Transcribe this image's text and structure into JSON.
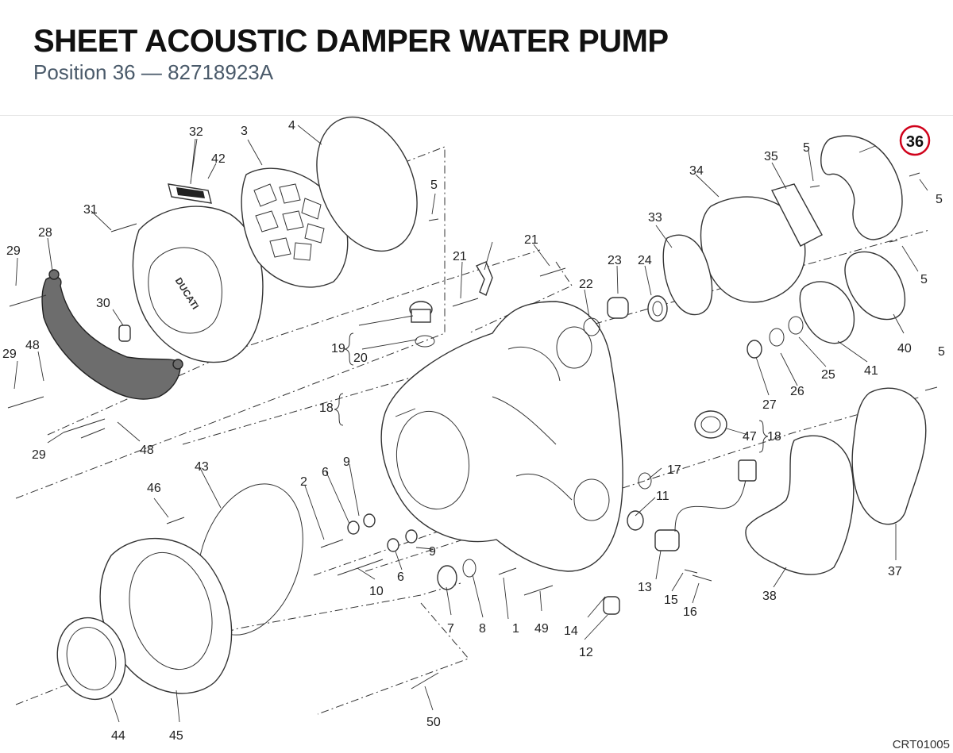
{
  "header": {
    "title": "SHEET ACOUSTIC DAMPER WATER PUMP",
    "subtitle": "Position 36 — 82718923A"
  },
  "highlight": {
    "position": "36",
    "color": "#d0021b"
  },
  "brand_mark": "DUCATI",
  "callouts": {
    "c1": "1",
    "c2": "2",
    "c3": "3",
    "c4": "4",
    "c5a": "5",
    "c5b": "5",
    "c5c": "5",
    "c5d": "5",
    "c5e": "5",
    "c6a": "6",
    "c6b": "6",
    "c7": "7",
    "c8": "8",
    "c9a": "9",
    "c9b": "9",
    "c10": "10",
    "c11": "11",
    "c12": "12",
    "c13": "13",
    "c14": "14",
    "c15": "15",
    "c16": "16",
    "c17": "17",
    "c18a": "18",
    "c18b": "18",
    "c19": "19",
    "c20": "20",
    "c21a": "21",
    "c21b": "21",
    "c22": "22",
    "c23": "23",
    "c24": "24",
    "c25": "25",
    "c26": "26",
    "c27": "27",
    "c28": "28",
    "c29a": "29",
    "c29b": "29",
    "c29c": "29",
    "c30": "30",
    "c31": "31",
    "c32": "32",
    "c33": "33",
    "c34": "34",
    "c35": "35",
    "c37": "37",
    "c38": "38",
    "c40": "40",
    "c41": "41",
    "c42": "42",
    "c43": "43",
    "c44": "44",
    "c45": "45",
    "c46": "46",
    "c47": "47",
    "c48a": "48",
    "c48b": "48",
    "c49": "49",
    "c50": "50"
  },
  "drawing_code": "CRT01005"
}
